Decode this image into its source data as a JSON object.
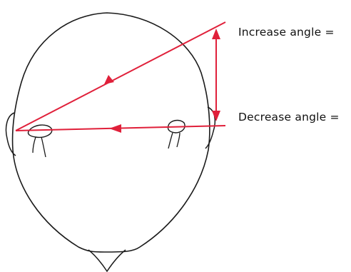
{
  "labels": {
    "increase": "Increase angle =",
    "decrease": "Decrease angle ="
  },
  "colors": {
    "outline": "#1a1a1a",
    "guide_line": "#e0203a",
    "background": "#ffffff",
    "text": "#111111"
  },
  "figure": {
    "subject": "head-viewed-from-top",
    "arrows": [
      "upper-diagonal-line-arrow",
      "horizontal-line-arrow",
      "vertical-double-arrow"
    ]
  }
}
